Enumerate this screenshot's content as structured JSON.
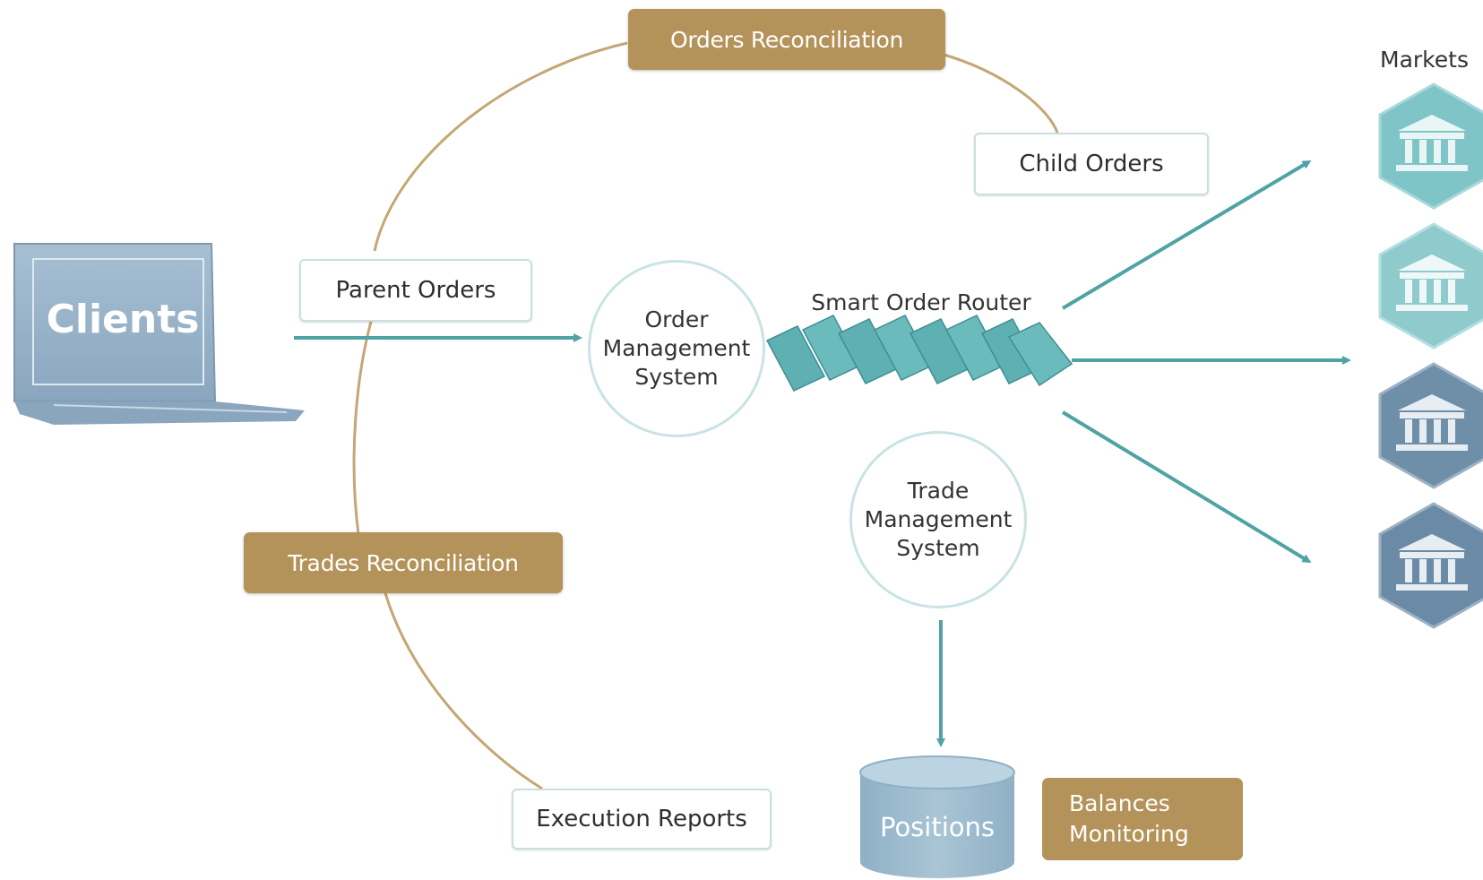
{
  "labels": {
    "orders_reconciliation": "Orders Reconciliation",
    "trades_reconciliation": "Trades Reconciliation",
    "child_orders": "Child Orders",
    "parent_orders": "Parent Orders",
    "execution_reports": "Execution Reports",
    "smart_order_router": "Smart Order Router",
    "markets": "Markets",
    "clients": "Clients",
    "positions": "Positions",
    "balances_monitoring": [
      "Balances",
      "Monitoring"
    ],
    "order_management_system": [
      "Order",
      "Management",
      "System"
    ],
    "trade_management_system": [
      "Trade",
      "Management",
      "System"
    ]
  },
  "icons": {
    "client": "laptop-icon",
    "market": "bank-building-icon",
    "positions": "database-cylinder-icon",
    "router": "router-blades-icon"
  },
  "colors": {
    "gold": "#b4935a",
    "teal_arrow": "#4fa3a5",
    "teal_hex": "#7fc4c6",
    "slate_hex": "#6f8ea8",
    "clients_laptop": "#8eabc4",
    "positions_db": "#98b8cc",
    "circle_border": "#c9e3e5"
  }
}
